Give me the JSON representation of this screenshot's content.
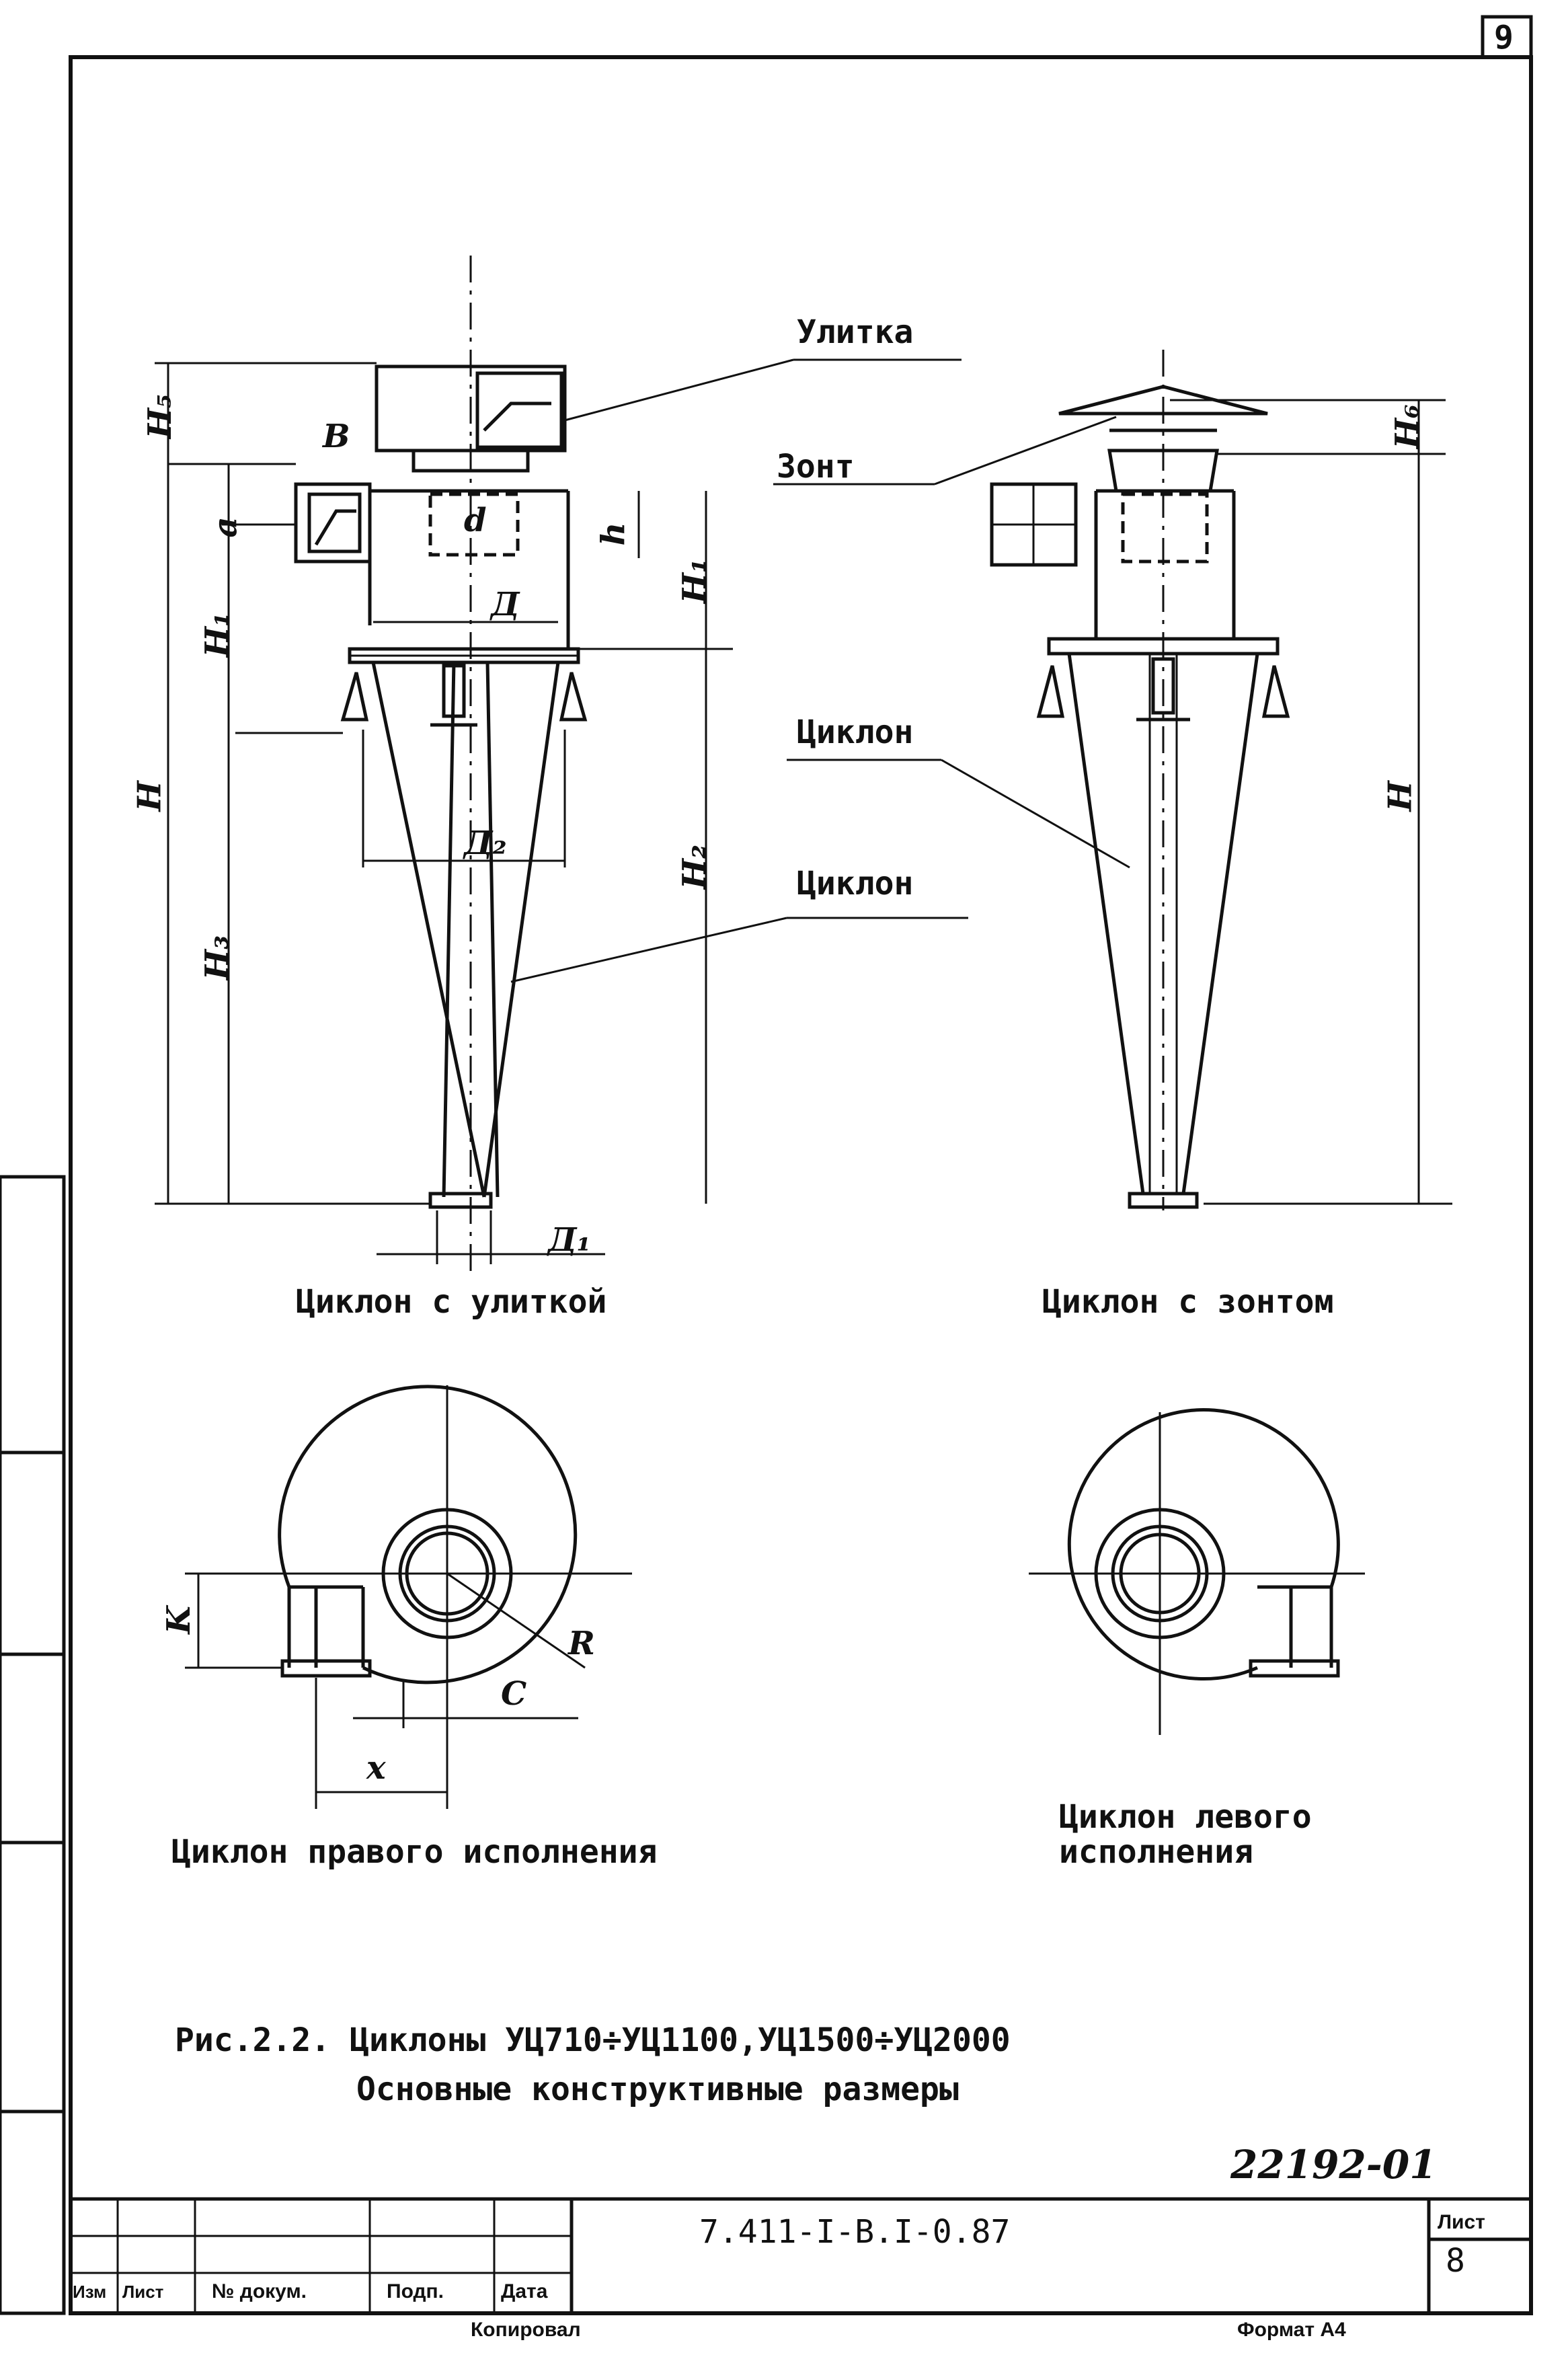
{
  "sheet_corner_number": "9",
  "callouts": {
    "ulitka": "Улитка",
    "zont": "Зонт",
    "ciklon_right": "Циклон",
    "ciklon_left": "Циклон"
  },
  "dimensions": {
    "H_left": "H",
    "H1_left": "H₁",
    "H3": "H₃",
    "H5": "H₅",
    "h": "h",
    "H1_right": "H₁",
    "H2": "H₂",
    "D": "Д",
    "D2": "Д₂",
    "D1": "Д₁",
    "d": "d",
    "a": "a",
    "B": "B",
    "H6": "H₆",
    "H_right": "H",
    "K": "K",
    "R": "R",
    "C": "C",
    "x": "x"
  },
  "captions": {
    "ulitka_view": "Циклон с улиткой",
    "zont_view": "Циклон с зонтом",
    "right_execution": "Циклон правого исполнения",
    "left_execution_line1": "Циклон левого",
    "left_execution_line2": "исполнения"
  },
  "figure": {
    "line1": "Рис.2.2. Циклоны УЦ710÷УЦ1100,УЦ1500÷УЦ2000",
    "line2": "Основные конструктивные размеры"
  },
  "handwritten_number": "22192-01",
  "title_block": {
    "doc_code": "7.411-I-B.I-0.87",
    "sheet_label": "Лист",
    "sheet_number": "8",
    "col_izm": "Изм",
    "col_list": "Лист",
    "col_doc": "№ докум.",
    "col_sign": "Подп.",
    "col_date": "Дата",
    "copied": "Копировал",
    "format": "Формат А4"
  }
}
